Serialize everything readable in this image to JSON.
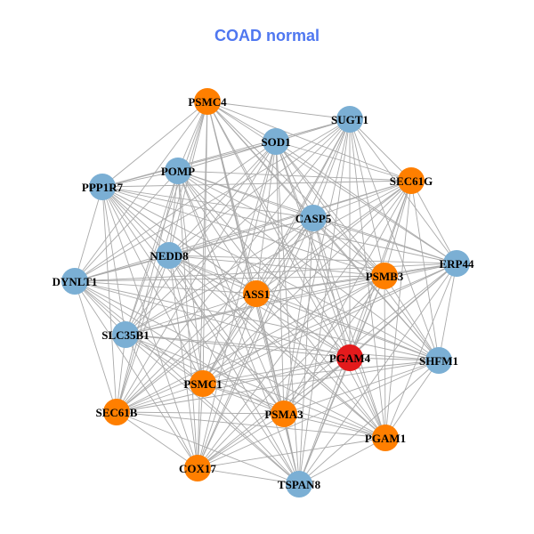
{
  "title": "COAD normal",
  "colors": {
    "title": "#4f77f0",
    "orange": "#ff7f00",
    "blue": "#7bafd4",
    "red": "#e31a1c",
    "edge": "#aaaaaa"
  },
  "nodes": [
    {
      "name": "PSMC4",
      "group": "orange"
    },
    {
      "name": "SUGT1",
      "group": "blue"
    },
    {
      "name": "SOD1",
      "group": "blue"
    },
    {
      "name": "POMP",
      "group": "blue"
    },
    {
      "name": "PPP1R7",
      "group": "blue"
    },
    {
      "name": "SEC61G",
      "group": "orange"
    },
    {
      "name": "CASP5",
      "group": "blue"
    },
    {
      "name": "ERP44",
      "group": "blue"
    },
    {
      "name": "NEDD8",
      "group": "blue"
    },
    {
      "name": "PSMB3",
      "group": "orange"
    },
    {
      "name": "DYNLT1",
      "group": "blue"
    },
    {
      "name": "ASS1",
      "group": "orange"
    },
    {
      "name": "SLC35B1",
      "group": "blue"
    },
    {
      "name": "PGAM4",
      "group": "red"
    },
    {
      "name": "SHFM1",
      "group": "blue"
    },
    {
      "name": "PSMC1",
      "group": "orange"
    },
    {
      "name": "SEC61B",
      "group": "orange"
    },
    {
      "name": "PSMA3",
      "group": "orange"
    },
    {
      "name": "PGAM1",
      "group": "orange"
    },
    {
      "name": "COX17",
      "group": "orange"
    },
    {
      "name": "TSPAN8",
      "group": "blue"
    }
  ],
  "edges": "all-pairs"
}
